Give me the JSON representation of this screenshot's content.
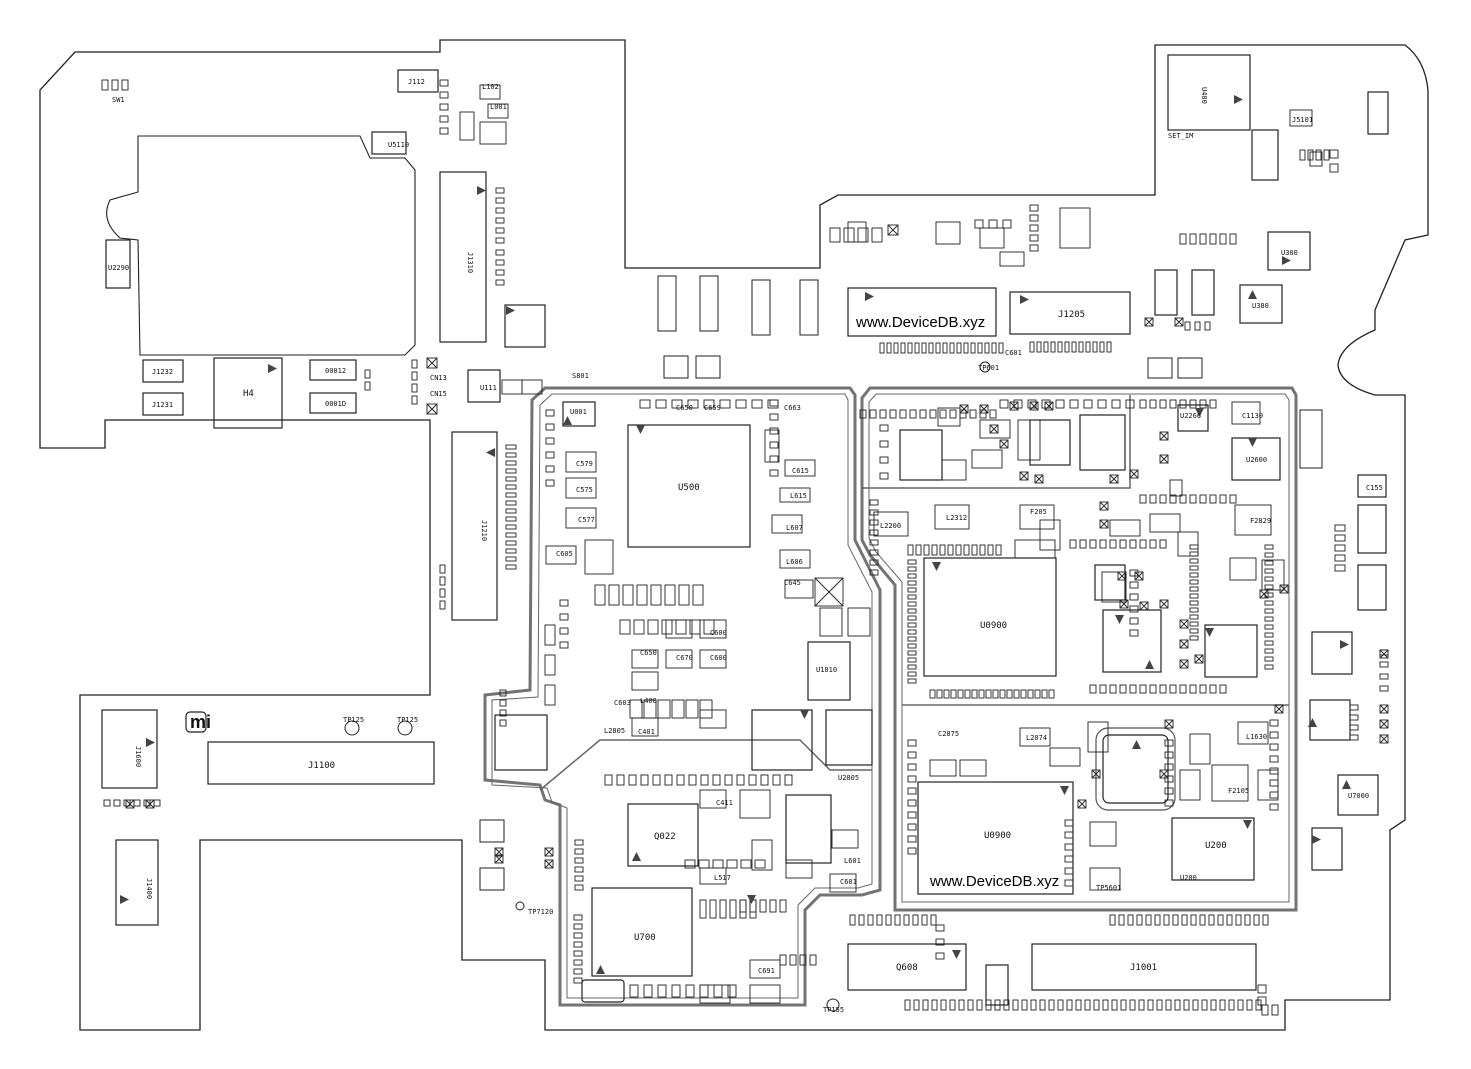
{
  "watermarks": [
    "www.DeviceDB.xyz",
    "www.DeviceDB.xyz"
  ],
  "logo_text": "mi",
  "ics": [
    {
      "id": "U500",
      "label": "U500"
    },
    {
      "id": "U0900a",
      "label": "U0900"
    },
    {
      "id": "U0900b",
      "label": "U0900"
    },
    {
      "id": "U700",
      "label": "U700"
    },
    {
      "id": "U200",
      "label": "U200"
    },
    {
      "id": "H4",
      "label": "H4"
    },
    {
      "id": "Q022",
      "label": "Q022"
    },
    {
      "id": "Q608",
      "label": "Q608"
    },
    {
      "id": "U300",
      "label": "U300"
    },
    {
      "id": "U380",
      "label": "U380"
    },
    {
      "id": "U400",
      "label": "U400"
    },
    {
      "id": "U1810",
      "label": "U1810"
    },
    {
      "id": "U7000",
      "label": "U7000"
    },
    {
      "id": "U200s",
      "label": "U200"
    },
    {
      "id": "U111",
      "label": "U111"
    },
    {
      "id": "U001",
      "label": "U001"
    },
    {
      "id": "U2600",
      "label": "U2600"
    },
    {
      "id": "U2266",
      "label": "U2266"
    }
  ],
  "connectors": [
    {
      "id": "J1100",
      "label": "J1100"
    },
    {
      "id": "J1001",
      "label": "J1001"
    },
    {
      "id": "J1205",
      "label": "J1205"
    },
    {
      "id": "J1400",
      "label": "J1400"
    },
    {
      "id": "J1600",
      "label": "J1600"
    },
    {
      "id": "J1210",
      "label": "J1210"
    },
    {
      "id": "J1310",
      "label": "J1310"
    },
    {
      "id": "J112",
      "label": "J112"
    },
    {
      "id": "J1232",
      "label": "J1232"
    },
    {
      "id": "J1231",
      "label": "J1231"
    }
  ],
  "labels": [
    "SW1",
    "L102",
    "L001",
    "U5110",
    "U2290",
    "00012",
    "0001D",
    "CN13",
    "CN15",
    "TP125",
    "TP125",
    "SET_IM",
    "J5101",
    "C155",
    "TP601",
    "S801",
    "TP7120",
    "TP155",
    "C650",
    "C659",
    "C663",
    "C615",
    "L615",
    "L607",
    "L606",
    "C645",
    "C579",
    "C575",
    "C577",
    "C605",
    "C600",
    "C670",
    "C650",
    "C600",
    "L400",
    "C401",
    "C411",
    "L517",
    "C691",
    "C601",
    "L601",
    "C603",
    "L2805",
    "L2074",
    "C2875",
    "F205",
    "F2105",
    "L2200",
    "L2312",
    "F2829",
    "C1130",
    "U2805",
    "TP5601",
    "C601",
    "L1630"
  ]
}
